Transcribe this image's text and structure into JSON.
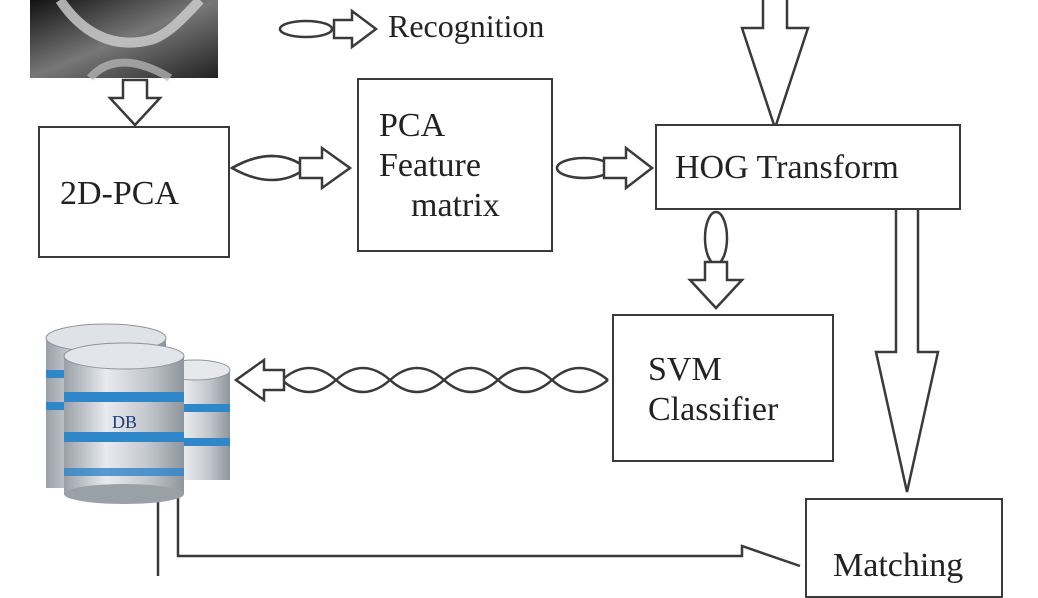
{
  "legend": {
    "recognition_label": "Recognition"
  },
  "nodes": {
    "pca2d": {
      "label": "2D-PCA"
    },
    "pca_feature": {
      "lines": [
        "PCA",
        "Feature",
        "matrix"
      ]
    },
    "hog": {
      "label": "HOG Transform"
    },
    "svm": {
      "lines": [
        "SVM",
        "Classifier"
      ]
    },
    "matching": {
      "label": "Matching"
    },
    "db": {
      "label": "DB"
    }
  },
  "colors": {
    "stroke": "#3a3a3a",
    "text": "#222222",
    "db_stripe": "#2f86c8",
    "db_body": "#c8ccd2"
  }
}
